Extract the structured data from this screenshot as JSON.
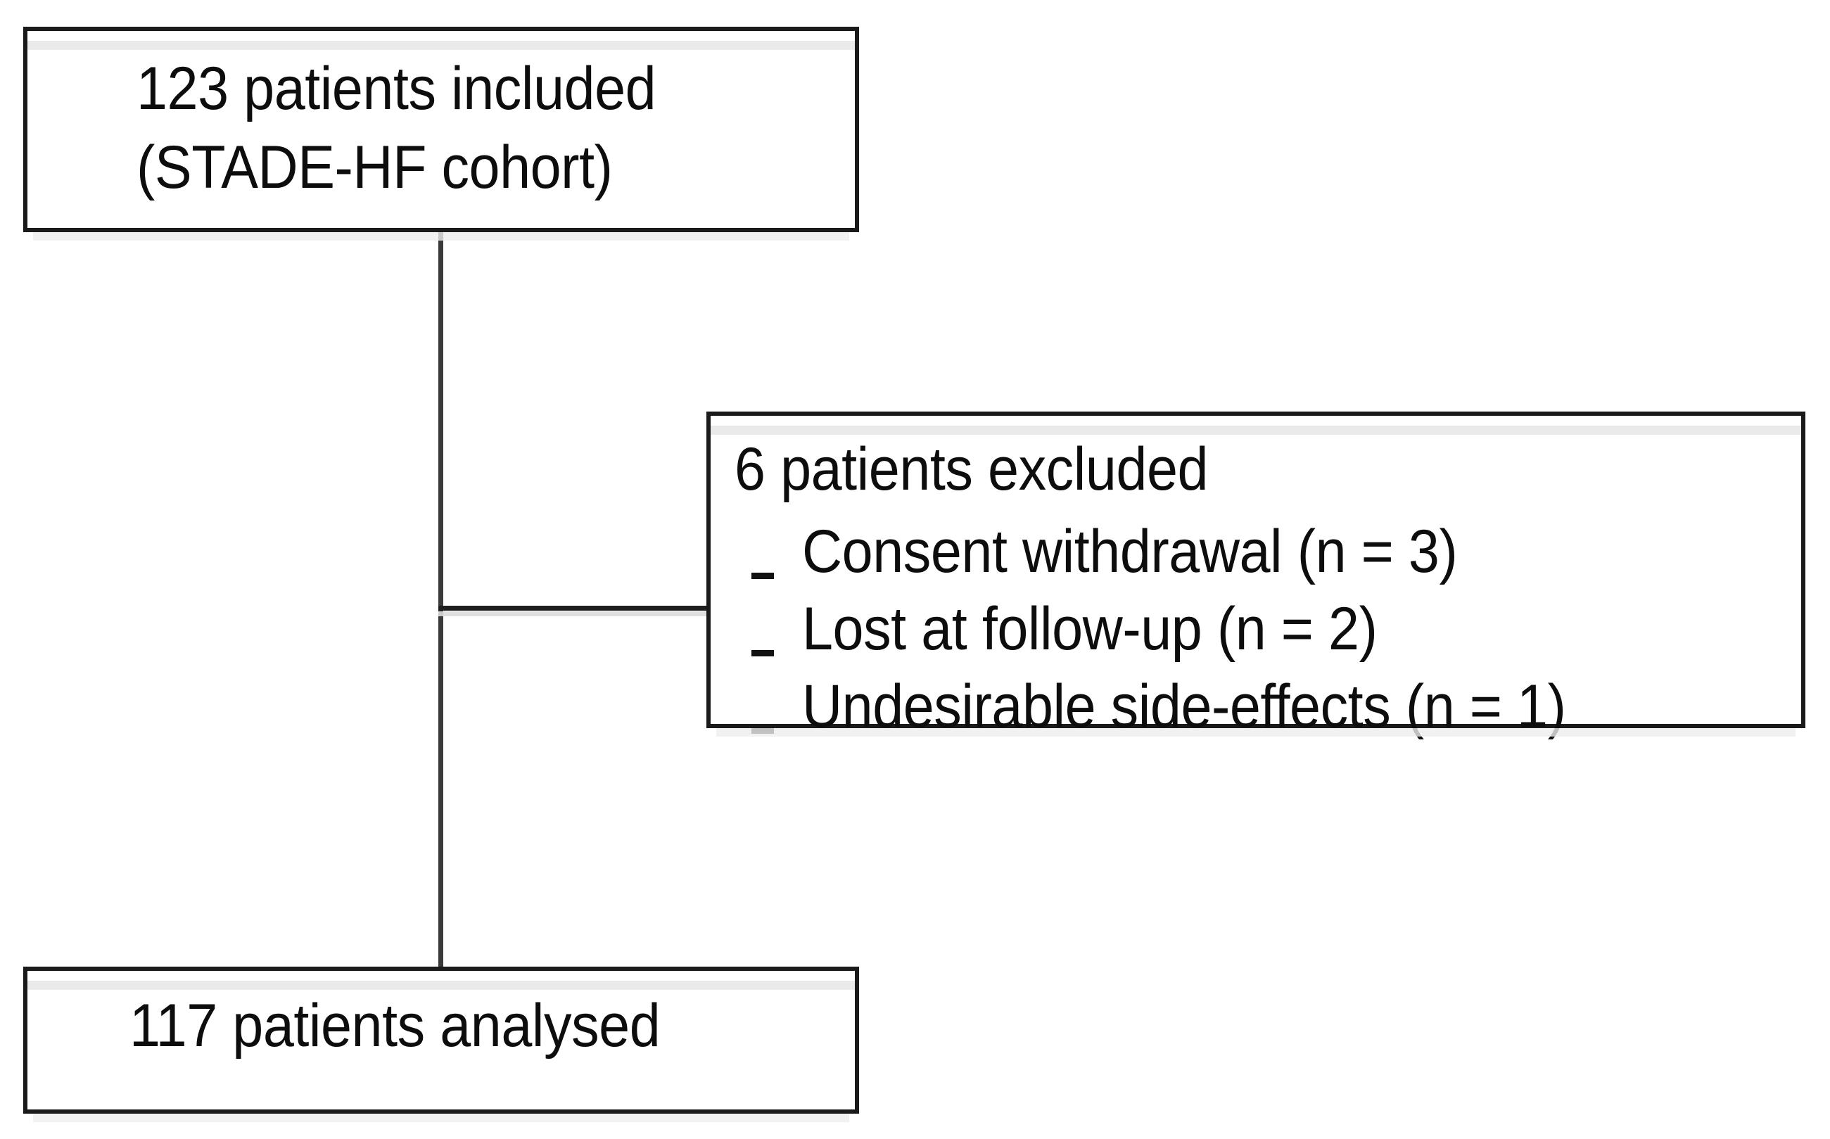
{
  "diagram": {
    "type": "flowchart",
    "title": "Patient flow diagram",
    "orientation": "top-to-bottom",
    "colors": {
      "box_border": "#1a1a1a",
      "box_fill": "#ffffff",
      "text": "#0d0d0d",
      "connector": "#1f1f1f"
    }
  },
  "nodes": {
    "included": {
      "id": "included",
      "line1": "123 patients included",
      "line2": "(STADE-HF cohort)",
      "count": 123
    },
    "excluded": {
      "id": "excluded",
      "heading": "6 patients excluded",
      "count": 6,
      "reasons": [
        {
          "label": "Consent withdrawal (n = 3)",
          "reason": "Consent withdrawal",
          "n": 3
        },
        {
          "label": "Lost at follow-up (n = 2)",
          "reason": "Lost at follow-up",
          "n": 2
        },
        {
          "label": "Undesirable side-effects (n = 1)",
          "reason": "Undesirable side-effects",
          "n": 1
        }
      ],
      "bullet_glyph": "dash"
    },
    "analysed": {
      "id": "analysed",
      "line1": "117 patients analysed",
      "count": 117
    }
  },
  "edges": [
    {
      "from": "included",
      "to": "analysed",
      "style": "vertical-line"
    },
    {
      "from": "included",
      "to": "excluded",
      "style": "horizontal-branch"
    }
  ]
}
